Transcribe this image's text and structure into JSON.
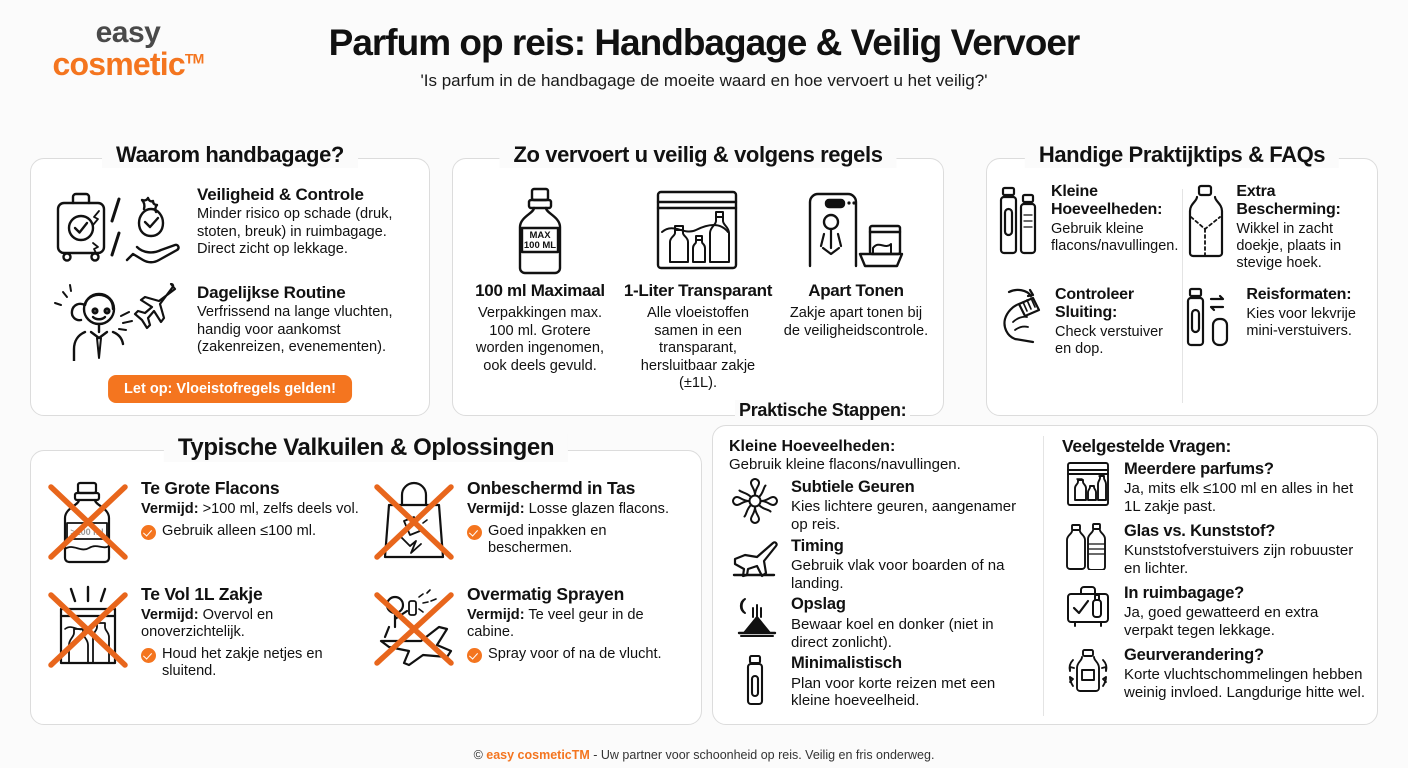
{
  "brand": {
    "line1": "easy",
    "line2": "cosmetic",
    "tm": "TM",
    "accent": "#f4751f"
  },
  "header": {
    "title": "Parfum op reis: Handbagage & Veilig Vervoer",
    "subtitle": "'Is parfum in de handbagage de moeite waard en hoe vervoert u het veilig?'"
  },
  "card_why": {
    "title": "Waarom handbagage?",
    "items": [
      {
        "icon": "suitcase-vs-hand-bag-icon",
        "heading": "Veiligheid & Controle",
        "body": "Minder risico op schade (druk, stoten, breuk) in ruimbagage. Direct zicht op lekkage."
      },
      {
        "icon": "traveler-spray-plane-icon",
        "heading": "Dagelijkse Routine",
        "body": "Verfrissend na lange vluchten, handig voor aankomst (zakenreizen, evenementen)."
      }
    ],
    "badge": "Let op: Vloeistofregels gelden!"
  },
  "card_rules": {
    "title": "Zo vervoert u veilig & volgens regels",
    "columns": [
      {
        "icon": "bottle-max-100ml-icon",
        "icon_label_line1": "MAX",
        "icon_label_line2": "100 ML",
        "heading": "100 ml Maximaal",
        "body": "Verpakkingen max. 100 ml. Grotere worden ingenomen, ook deels gevuld."
      },
      {
        "icon": "transparent-ziplock-bag-icon",
        "heading": "1-Liter Transparant",
        "body": "Alle vloeistoffen samen in een transparant, hersluitbaar zakje (±1L)."
      },
      {
        "icon": "security-scanner-tray-icon",
        "heading": "Apart Tonen",
        "body": "Zakje apart tonen bij de veiligheidscontrole."
      }
    ]
  },
  "card_tips": {
    "title": "Handige Praktijktips & FAQs",
    "items": [
      {
        "icon": "two-mini-atomizers-icon",
        "heading": "Kleine Hoeveelheden:",
        "body": "Gebruik kleine flacons/navullingen."
      },
      {
        "icon": "wrapped-bottle-icon",
        "heading": "Extra Bescherming:",
        "body": "Wikkel in zacht doekje, plaats in stevige hoek."
      },
      {
        "icon": "hand-checking-cap-icon",
        "heading": "Controleer Sluiting:",
        "body": "Check verstuiver en dop."
      },
      {
        "icon": "travel-size-swap-icon",
        "heading": "Reisformaten:",
        "body": "Kies voor lekvrije mini-verstuivers."
      }
    ]
  },
  "card_pitfalls": {
    "title": "Typische Valkuilen & Oplossingen",
    "avoid_label": "Vermijd:",
    "items": [
      {
        "icon": "large-bottle-crossed-icon",
        "heading": "Te Grote Flacons",
        "avoid": ">100 ml, zelfs deels vol.",
        "fix": "Gebruik alleen ≤100 ml."
      },
      {
        "icon": "unprotected-bag-crossed-icon",
        "heading": "Onbeschermd in Tas",
        "avoid": "Losse glazen flacons.",
        "fix": "Goed inpakken en beschermen."
      },
      {
        "icon": "overfull-ziplock-crossed-icon",
        "heading": "Te Vol 1L Zakje",
        "avoid": "Overvol en onoverzichtelijk.",
        "fix": "Houd het zakje netjes en sluitend."
      },
      {
        "icon": "spraying-on-plane-crossed-icon",
        "heading": "Overmatig Sprayen",
        "avoid": "Te veel geur in de cabine.",
        "fix": "Spray voor of na de vlucht."
      }
    ]
  },
  "card_steps": {
    "title": "Praktische Stappen:",
    "lead_heading": "Kleine Hoeveelheden:",
    "lead_body": "Gebruik kleine flacons/navullingen.",
    "items": [
      {
        "icon": "flower-icon",
        "heading": "Subtiele Geuren",
        "body": "Kies lichtere geuren, aangenamer op reis."
      },
      {
        "icon": "airplane-takeoff-icon",
        "heading": "Timing",
        "body": "Gebruik vlak voor boarden of na landing."
      },
      {
        "icon": "moon-storage-icon",
        "heading": "Opslag",
        "body": "Bewaar koel en donker (niet in direct zonlicht)."
      },
      {
        "icon": "mini-spray-icon",
        "heading": "Minimalistisch",
        "body": "Plan voor korte reizen met een kleine hoeveelheid."
      }
    ],
    "faq_title": "Veelgestelde Vragen:",
    "faqs": [
      {
        "icon": "ziplock-with-bottles-icon",
        "question": "Meerdere parfums?",
        "answer": "Ja, mits elk ≤100 ml en alles in het 1L zakje past."
      },
      {
        "icon": "glass-vs-plastic-bottles-icon",
        "question": "Glas vs. Kunststof?",
        "answer": "Kunststofverstuivers zijn robuuster en lichter."
      },
      {
        "icon": "checked-suitcase-icon",
        "question": "In ruimbagage?",
        "answer": "Ja, goed gewatteerd en extra verpakt tegen lekkage."
      },
      {
        "icon": "bottle-temperature-arrows-icon",
        "question": "Geurverandering?",
        "answer": "Korte vluchtschommelingen hebben weinig invloed. Langdurige hitte wel."
      }
    ]
  },
  "footer": {
    "copyright": "©",
    "brand": "easy cosmeticTM",
    "text": " - Uw partner voor schoonheid op reis. Veilig en fris onderweg."
  }
}
